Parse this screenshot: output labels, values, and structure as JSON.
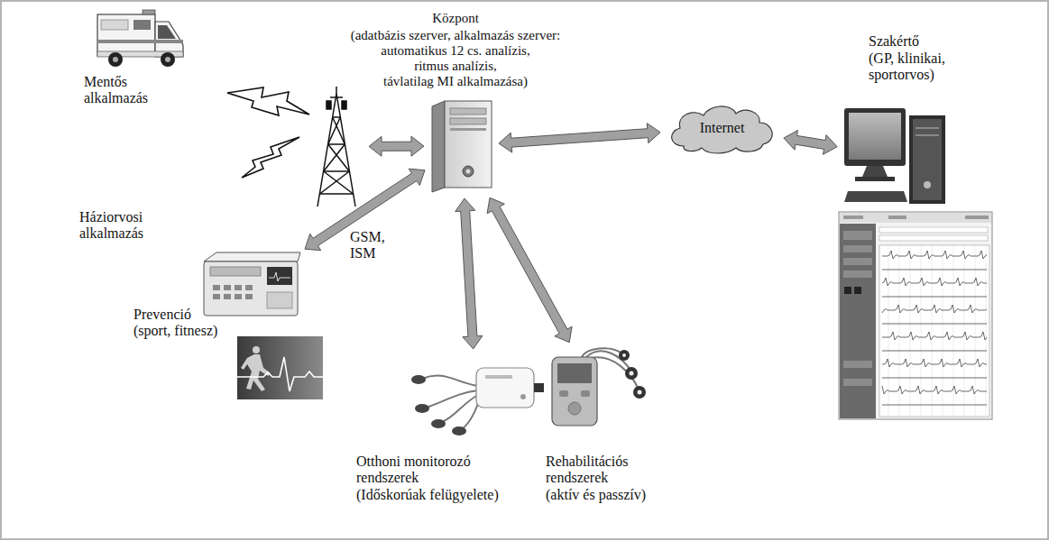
{
  "diagram": {
    "nodes": [
      {
        "text": [
          "Mentős alkalmazás"
        ]
      },
      {
        "text": [
          "Központ",
          "(adatbázis szerver, alkalmazás szerver: automatikus 12 cs. analízis, ritmus analízis, távlatilag MI alkalmazása)"
        ]
      },
      {
        "text": [
          "Szakértő",
          "(GP, klinikai, sportorvos)"
        ]
      },
      {
        "text": [
          "GSM, ISM"
        ]
      },
      {
        "text": [
          "Internet"
        ]
      },
      {
        "text": [
          "Háziorvosi alkalmazás"
        ]
      },
      {
        "text": [
          "Prevenció",
          "(sport, fitnesz)"
        ]
      },
      {
        "text": [
          "Otthoni monitorozó rendszerek",
          "(Időskorúak felügyelete)"
        ]
      },
      {
        "text": [
          "Rehabilitációs rendszerek",
          "(aktív és passzív)"
        ]
      }
    ],
    "edges": [
      {
        "from": 3,
        "to": 1,
        "arrow": "both"
      },
      {
        "from": 1,
        "to": 4,
        "arrow": "both"
      },
      {
        "from": 4,
        "to": 2,
        "arrow": "both"
      },
      {
        "from": 1,
        "to": 5,
        "arrow": "both"
      },
      {
        "from": 1,
        "to": 7,
        "arrow": "both"
      },
      {
        "from": 1,
        "to": 8,
        "arrow": "both"
      }
    ]
  }
}
